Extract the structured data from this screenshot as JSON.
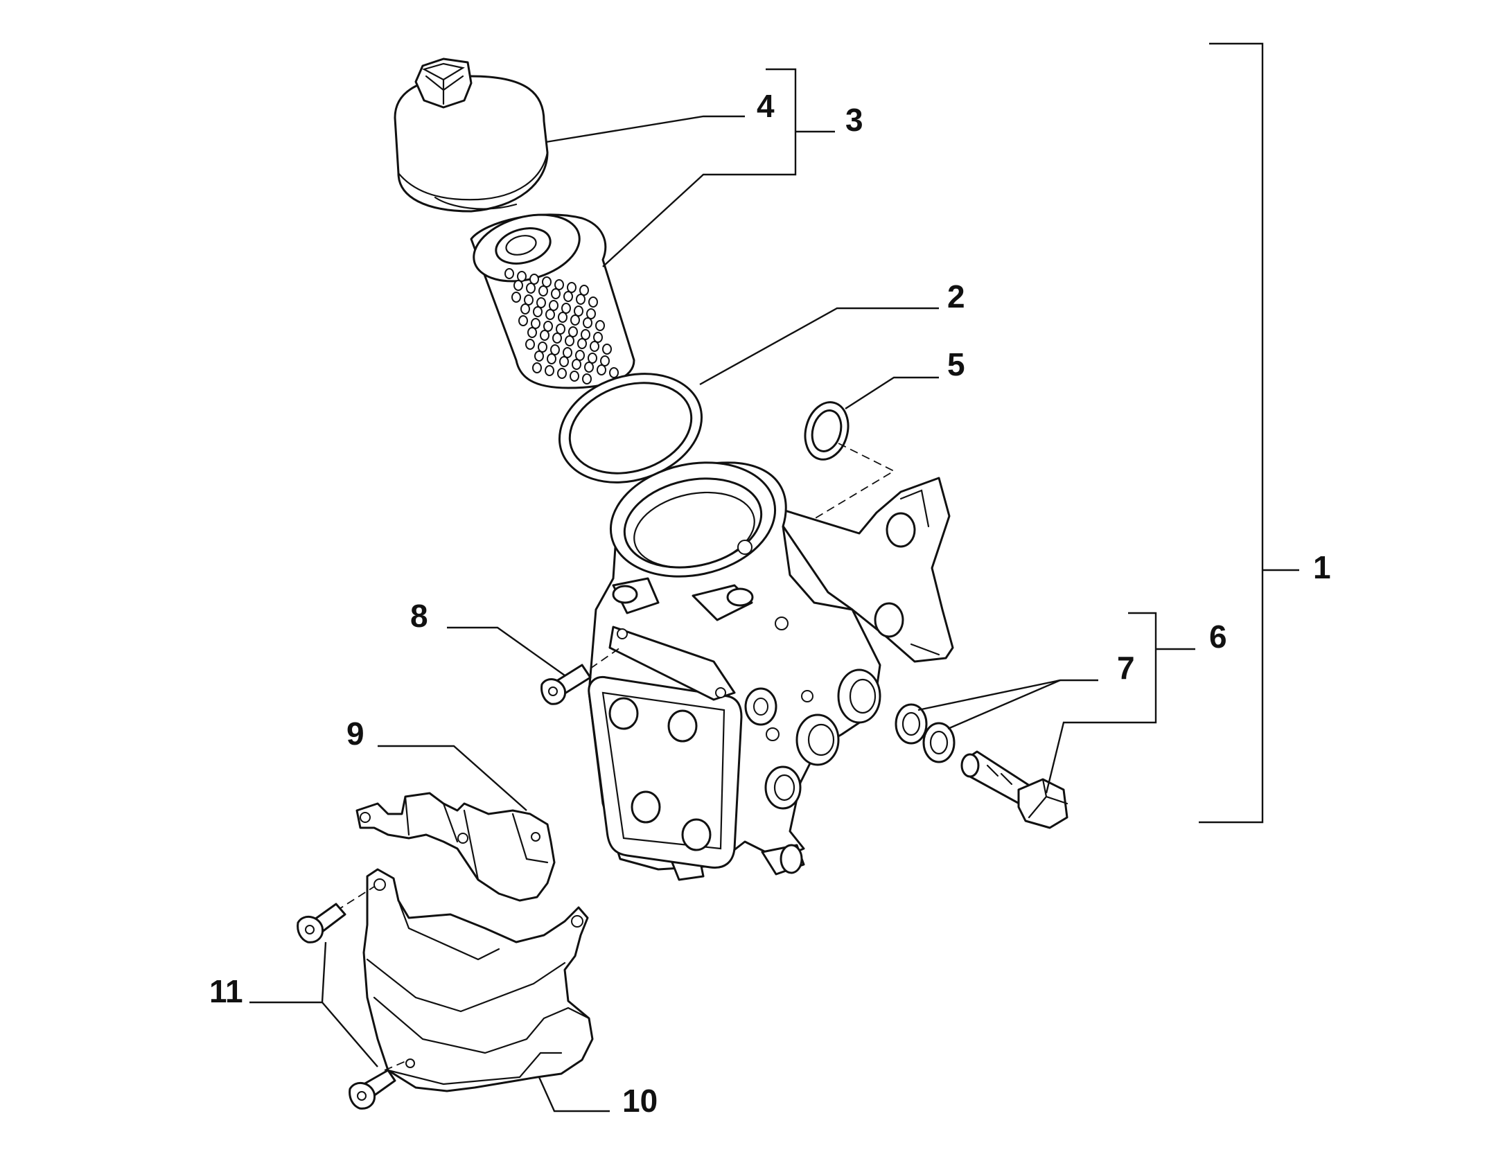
{
  "callouts": {
    "c1": "1",
    "c2": "2",
    "c3": "3",
    "c4": "4",
    "c5": "5",
    "c6": "6",
    "c7": "7",
    "c8": "8",
    "c9": "9",
    "c10": "10",
    "c11": "11"
  },
  "colors": {
    "ink": "#111111",
    "paper": "#ffffff"
  }
}
